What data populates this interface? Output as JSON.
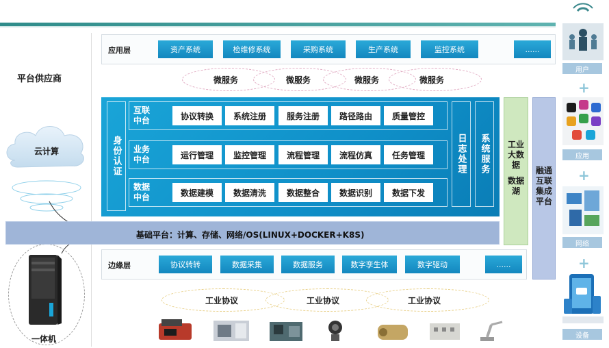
{
  "left": {
    "provider": "平台供应商",
    "cloud": "云计算",
    "machine": "一体机"
  },
  "app_layer": {
    "label": "应用层",
    "items": [
      "资产系统",
      "检维修系统",
      "采购系统",
      "生产系统",
      "监控系统",
      "......"
    ]
  },
  "microservices": [
    "微服务",
    "微服务",
    "微服务",
    "微服务"
  ],
  "core": {
    "auth": "身份认证",
    "log": "日志处理",
    "sys": "系统服务",
    "rows": [
      {
        "label": "互联中台",
        "items": [
          "协议转换",
          "系统注册",
          "服务注册",
          "路径路由",
          "质量管控"
        ]
      },
      {
        "label": "业务中台",
        "items": [
          "运行管理",
          "监控管理",
          "流程管理",
          "流程仿真",
          "任务管理"
        ]
      },
      {
        "label": "数据中台",
        "items": [
          "数据建模",
          "数据清洗",
          "数据整合",
          "数据识别",
          "数据下发"
        ]
      }
    ]
  },
  "base": {
    "text": "基础平台：计算、存储、网络/OS(LINUX+DOCKER+K8S)"
  },
  "bigdata": {
    "text1": "工业大数据",
    "text2": "数据湖"
  },
  "fusion": {
    "text": "融通互联集成平台"
  },
  "edge_layer": {
    "label": "边缘层",
    "items": [
      "协议转转",
      "数据采集",
      "数据服务",
      "数字孪生体",
      "数字驱动",
      "......"
    ]
  },
  "protocols": [
    "工业协议",
    "工业协议",
    "工业协议"
  ],
  "right": {
    "labels": [
      "用户",
      "应用",
      "网络",
      "设备"
    ],
    "plus": "+"
  },
  "colors": {
    "accent": "#1387bf",
    "teal": "#2f8c8a",
    "green": "#cfe8bf",
    "blue_bar": "#b8c7e6"
  }
}
